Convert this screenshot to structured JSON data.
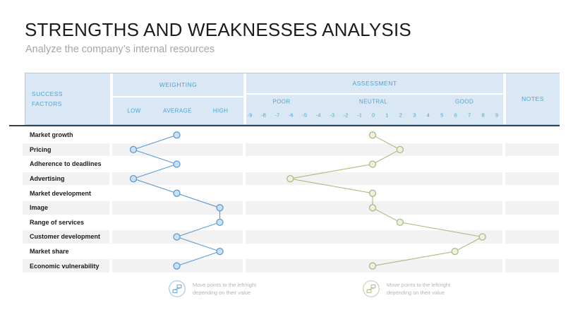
{
  "slide": {
    "title": "STRENGTHS AND WEAKNESSES ANALYSIS",
    "subtitle": "Analyze the company’s internal resources"
  },
  "table": {
    "header": {
      "success_factors": "SUCCESS FACTORS",
      "weighting": "WEIGHTING",
      "assessment": "ASSESSMENT",
      "notes": "NOTES",
      "weighting_levels": [
        "LOW",
        "AVERAGE",
        "HIGH"
      ],
      "assessment_bands": [
        "POOR",
        "NEUTRAL",
        "GOOD"
      ],
      "scale_labels": [
        "-9",
        "-8",
        "-7",
        "-6",
        "-5",
        "-4",
        "-3",
        "-2",
        "-1",
        "0",
        "1",
        "2",
        "3",
        "4",
        "5",
        "6",
        "7",
        "8",
        "9"
      ]
    },
    "rows": [
      {
        "factor": "Market growth",
        "weighting": "AVERAGE",
        "assessment": 0,
        "note": ""
      },
      {
        "factor": "Pricing",
        "weighting": "LOW",
        "assessment": 2,
        "note": ""
      },
      {
        "factor": "Adherence to deadlines",
        "weighting": "AVERAGE",
        "assessment": 0,
        "note": ""
      },
      {
        "factor": "Advertising",
        "weighting": "LOW",
        "assessment": -6,
        "note": ""
      },
      {
        "factor": "Market development",
        "weighting": "AVERAGE",
        "assessment": 0,
        "note": ""
      },
      {
        "factor": "Image",
        "weighting": "HIGH",
        "assessment": 0,
        "note": ""
      },
      {
        "factor": "Range of services",
        "weighting": "HIGH",
        "assessment": 2,
        "note": ""
      },
      {
        "factor": "Customer development",
        "weighting": "AVERAGE",
        "assessment": 8,
        "note": ""
      },
      {
        "factor": "Market share",
        "weighting": "HIGH",
        "assessment": 6,
        "note": ""
      },
      {
        "factor": "Economic vulnerability",
        "weighting": "AVERAGE",
        "assessment": 0,
        "note": ""
      }
    ]
  },
  "chart_data": {
    "type": "scatter",
    "title": "Strengths and Weaknesses Analysis",
    "categories": [
      "Market growth",
      "Pricing",
      "Adherence to deadlines",
      "Advertising",
      "Market development",
      "Image",
      "Range of services",
      "Customer development",
      "Market share",
      "Economic vulnerability"
    ],
    "series": [
      {
        "name": "Weighting",
        "scale": [
          "LOW",
          "AVERAGE",
          "HIGH"
        ],
        "values": [
          "AVERAGE",
          "LOW",
          "AVERAGE",
          "LOW",
          "AVERAGE",
          "HIGH",
          "HIGH",
          "AVERAGE",
          "HIGH",
          "AVERAGE"
        ]
      },
      {
        "name": "Assessment",
        "axis_range": [
          -9,
          9
        ],
        "bands": [
          "POOR",
          "NEUTRAL",
          "GOOD"
        ],
        "values": [
          0,
          2,
          0,
          -6,
          0,
          0,
          2,
          8,
          6,
          0
        ]
      }
    ],
    "layout": {
      "orientation": "vertical-category-list",
      "grid": false,
      "legend_position": "none"
    }
  },
  "legend": {
    "left": {
      "line1": "Move points to the left/right",
      "line2": "depending on their value"
    },
    "right": {
      "line1": "Move points to the left/right",
      "line2": "depending on their value"
    }
  },
  "colors": {
    "header_bg": "#D9E8F4",
    "header_text": "#4FA3D1",
    "table_border": "#A9CCE4",
    "row_alt": "#F2F2F2",
    "blue": "#5B9BD5",
    "blue_fill": "#CBE0F1",
    "green": "#A9BC81",
    "green_fill": "#EDF1E2",
    "dark_line": "#3F3F3F",
    "title_text": "#1C1C1C",
    "subtitle_text": "#A6A6A6",
    "legend_text": "#B5B5B5"
  }
}
